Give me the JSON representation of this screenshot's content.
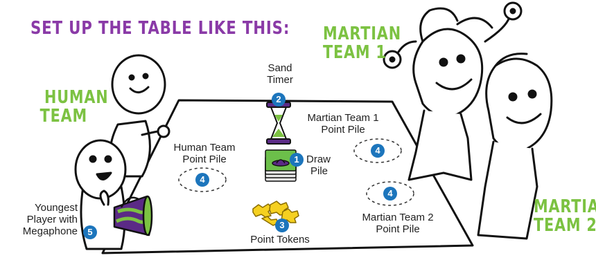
{
  "title": "SET UP THE TABLE LIKE THIS:",
  "teams": {
    "human": [
      "HUMAN",
      "TEAM"
    ],
    "martian1": [
      "MARTIAN",
      "TEAM 1"
    ],
    "martian2": [
      "MARTIAN",
      "TEAM 2"
    ]
  },
  "labels": {
    "sand_timer": [
      "Sand",
      "Timer"
    ],
    "draw_pile": [
      "Draw",
      "Pile"
    ],
    "point_tokens": "Point Tokens",
    "human_pile": [
      "Human Team",
      "Point Pile"
    ],
    "martian1_pile": [
      "Martian Team 1",
      "Point Pile"
    ],
    "martian2_pile": [
      "Martian Team 2",
      "Point Pile"
    ],
    "youngest": [
      "Youngest",
      "Player with",
      "Megaphone"
    ]
  },
  "badges": {
    "draw_pile": "1",
    "sand_timer": "2",
    "point_tokens": "3",
    "point_pile": "4",
    "megaphone": "5"
  },
  "colors": {
    "title": "#8a3aa7",
    "team": "#7cc242",
    "badge": "#1c75bc",
    "card": "#6cbf4a",
    "token": "#f5d020",
    "timer_sand": "#7cc242",
    "megaphone_purple": "#5b2a86",
    "megaphone_green": "#7cc242"
  }
}
